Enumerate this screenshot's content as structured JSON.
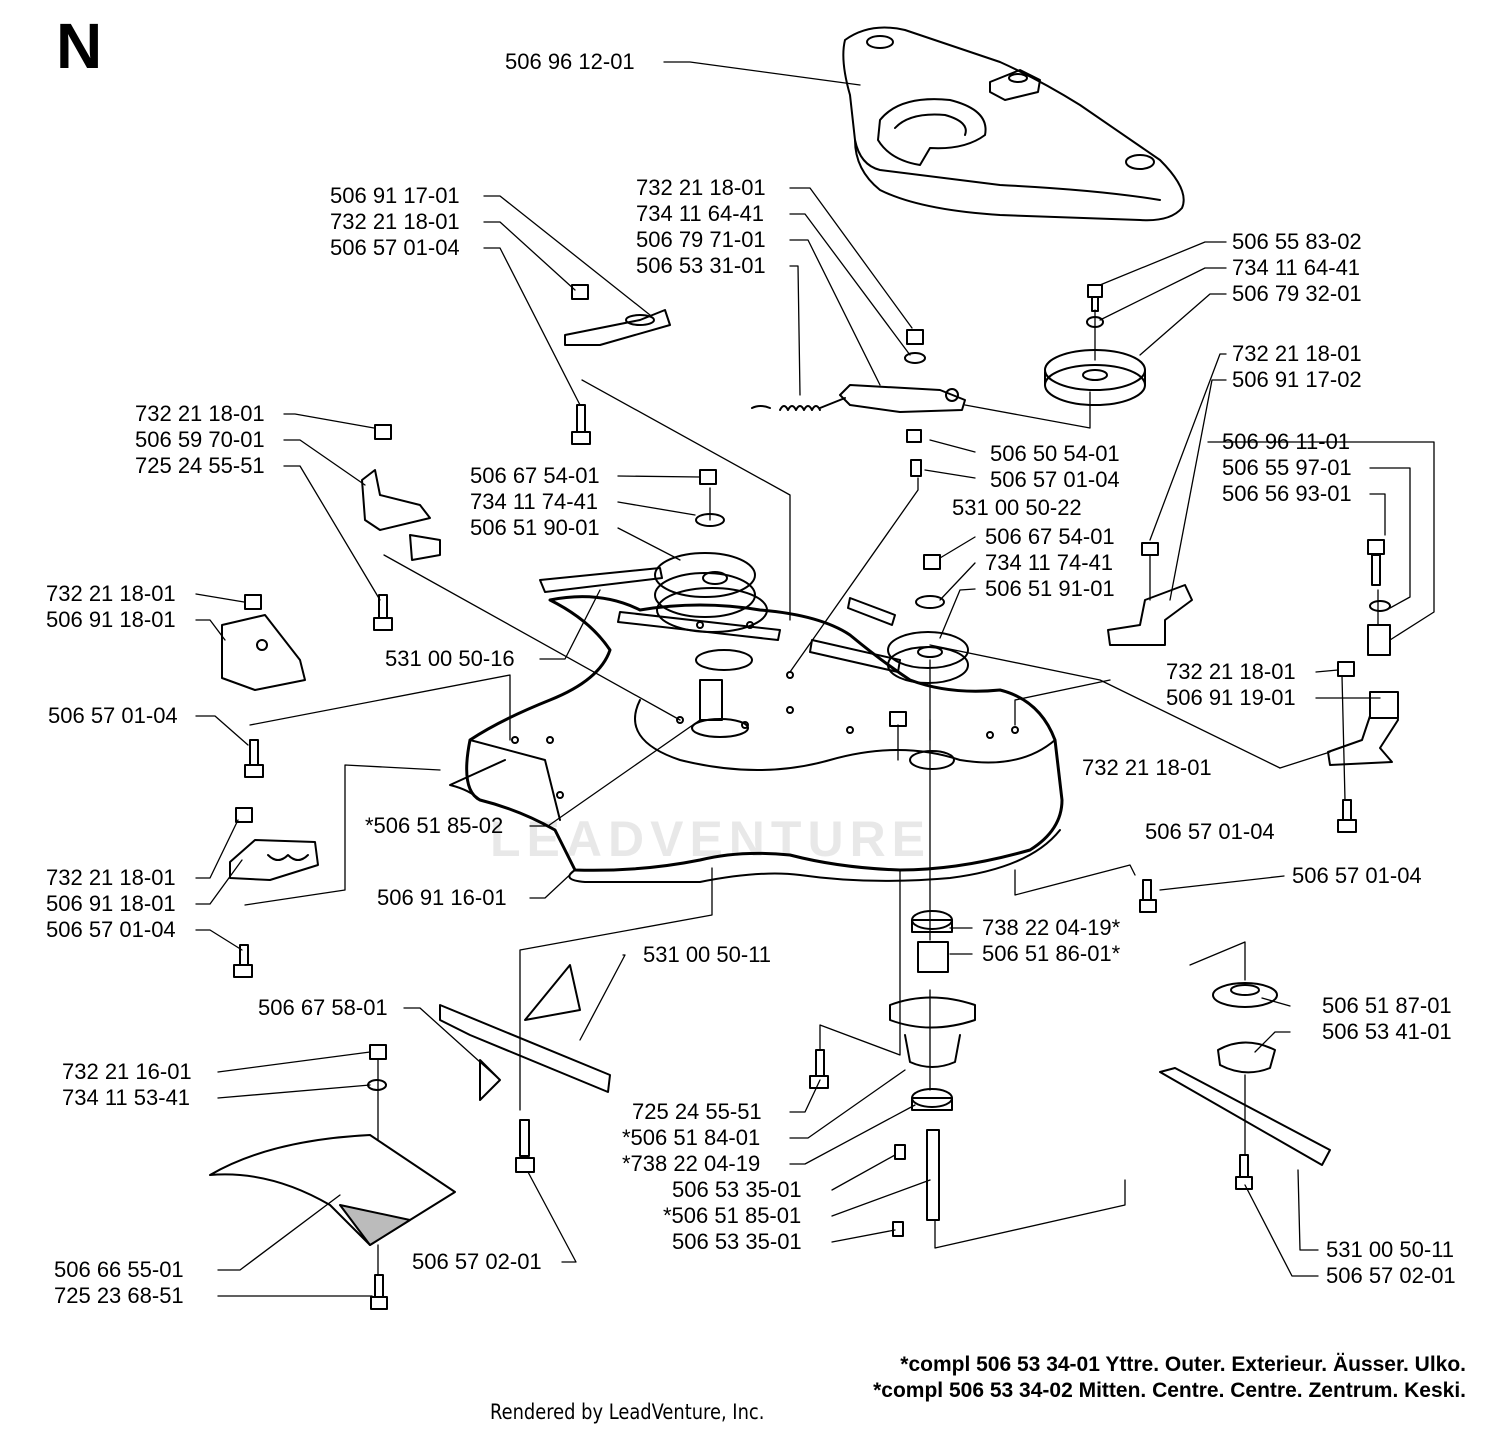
{
  "section_letter": "N",
  "watermark": "LEADVENTURE",
  "rendered_by": "Rendered by LeadVenture, Inc.",
  "footnotes": [
    "*compl 506 53 34-01 Yttre. Outer. Exterieur. Äusser. Ulko.",
    "*compl 506 53 34-02 Mitten. Centre. Centre. Zentrum. Keski."
  ],
  "part_labels": [
    "506 96 12-01",
    "506 91 17-01",
    "732 21 18-01",
    "506 57 01-04",
    "732 21 18-01",
    "734 11 64-41",
    "506 79 71-01",
    "506 53 31-01",
    "506 55 83-02",
    "734 11 64-41",
    "506 79 32-01",
    "732 21 18-01",
    "506 91 17-02",
    "732 21 18-01",
    "506 59 70-01",
    "725 24 55-51",
    "506 50 54-01",
    "506 57 01-04",
    "506 67 54-01",
    "734 11 74-41",
    "506 51 90-01",
    "531 00 50-22",
    "506 96 11-01",
    "506 55 97-01",
    "506 56 93-01",
    "506 67 54-01",
    "734 11 74-41",
    "506 51 91-01",
    "732 21 18-01",
    "506 91 18-01",
    "531 00 50-16",
    "732 21 18-01",
    "506 91 19-01",
    "506 57 01-04",
    "732 21 18-01",
    "*506 51 85-02",
    "506 57 01-04",
    "732 21 18-01",
    "506 91 18-01",
    "506 57 01-04",
    "506 91 16-01",
    "506 57 01-04",
    "738 22 04-19*",
    "506 51 86-01*",
    "531 00 50-11",
    "506 67 58-01",
    "506 51 87-01",
    "506 53 41-01",
    "732 21 16-01",
    "734 11 53-41",
    "725 24 55-51",
    "*506 51 84-01",
    "*738 22 04-19",
    "506 53 35-01",
    "*506 51 85-01",
    "506 53 35-01",
    "506 66 55-01",
    "725 23 68-51",
    "506 57 02-01",
    "531 00 50-11",
    "506 57 02-01"
  ]
}
